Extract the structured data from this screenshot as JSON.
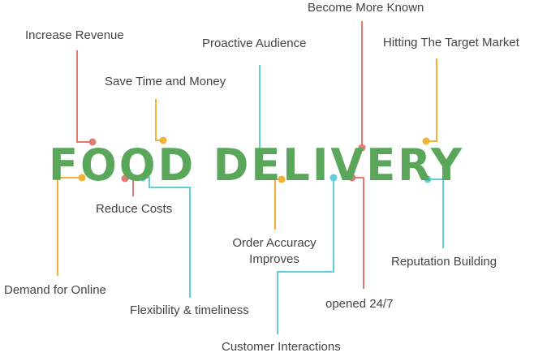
{
  "title": "FOOD DELIVERY",
  "colors": {
    "title": "#5aa65a",
    "red": "#e07a72",
    "yellow": "#f2b233",
    "cyan": "#5fd0da",
    "text": "#444444"
  },
  "labels": {
    "increase_revenue": "Increase Revenue",
    "save_time": "Save Time and Money",
    "proactive_audience": "Proactive Audience",
    "become_known": "Become More Known",
    "target_market": "Hitting The Target Market",
    "reduce_costs": "Reduce Costs",
    "order_accuracy": "Order Accuracy\nImproves",
    "reputation": "Reputation Building",
    "demand_online": "Demand for Online",
    "flexibility": "Flexibility & timeliness",
    "opened_247": "opened 24/7",
    "customer_interactions": "Customer Interactions"
  }
}
